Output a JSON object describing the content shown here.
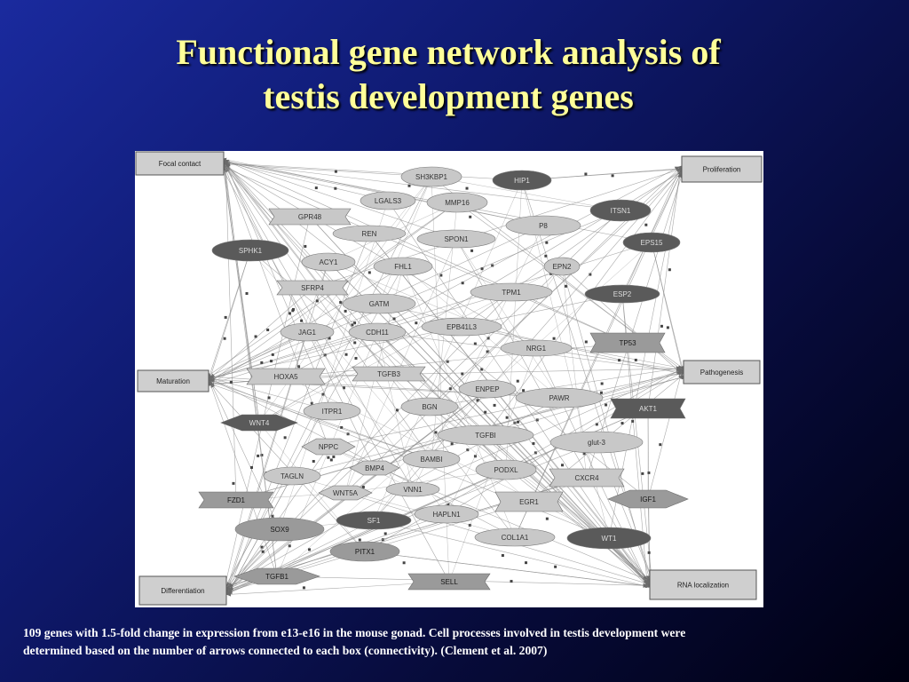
{
  "title": {
    "line1": "Functional gene network analysis of",
    "line2": "testis development genes"
  },
  "caption": {
    "line1": "109 genes with 1.5-fold change in expression from e13-e16 in the mouse gonad.  Cell processes involved in testis development were",
    "line2": "determined based on the number of arrows connected to each box (connectivity).  (Clement et al. 2007)"
  },
  "colors": {
    "title": "#ffff99",
    "caption": "#ffffff",
    "node_light": "#c8c8c8",
    "node_mid": "#9a9a9a",
    "node_dark": "#5a5a5a",
    "edge": "#8c8c8c"
  },
  "process_boxes": [
    {
      "id": "focal",
      "label": "Focal contact"
    },
    {
      "id": "prolif",
      "label": "Proliferation"
    },
    {
      "id": "matur",
      "label": "Maturation"
    },
    {
      "id": "patho",
      "label": "Pathogenesis"
    },
    {
      "id": "diff",
      "label": "Differentiation"
    },
    {
      "id": "rna",
      "label": "RNA localization"
    }
  ],
  "genes": [
    {
      "label": "SH3KBP1",
      "shade": "light",
      "shape": "ellipse"
    },
    {
      "label": "HIP1",
      "shade": "dark",
      "shape": "ellipse"
    },
    {
      "label": "LGALS3",
      "shade": "light",
      "shape": "ellipse"
    },
    {
      "label": "MMP16",
      "shade": "light",
      "shape": "ellipse"
    },
    {
      "label": "GPR48",
      "shade": "light",
      "shape": "ribbon"
    },
    {
      "label": "ITSN1",
      "shade": "dark",
      "shape": "ellipse"
    },
    {
      "label": "REN",
      "shade": "light",
      "shape": "ellipse"
    },
    {
      "label": "SPON1",
      "shade": "light",
      "shape": "ellipse"
    },
    {
      "label": "P8",
      "shade": "light",
      "shape": "ellipse"
    },
    {
      "label": "EPS15",
      "shade": "dark",
      "shape": "ellipse"
    },
    {
      "label": "SPHK1",
      "shade": "dark",
      "shape": "ellipse"
    },
    {
      "label": "ACY1",
      "shade": "light",
      "shape": "ellipse"
    },
    {
      "label": "FHL1",
      "shade": "light",
      "shape": "ellipse"
    },
    {
      "label": "EPN2",
      "shade": "light",
      "shape": "ellipse"
    },
    {
      "label": "SFRP4",
      "shade": "light",
      "shape": "ribbon"
    },
    {
      "label": "TPM1",
      "shade": "light",
      "shape": "ellipse"
    },
    {
      "label": "ESP2",
      "shade": "dark",
      "shape": "ellipse"
    },
    {
      "label": "GATM",
      "shade": "light",
      "shape": "ellipse"
    },
    {
      "label": "JAG1",
      "shade": "light",
      "shape": "ellipse"
    },
    {
      "label": "CDH11",
      "shade": "light",
      "shape": "ellipse"
    },
    {
      "label": "EPB41L3",
      "shade": "light",
      "shape": "ellipse"
    },
    {
      "label": "TP53",
      "shade": "mid",
      "shape": "ribbon"
    },
    {
      "label": "NRG1",
      "shade": "light",
      "shape": "ellipse"
    },
    {
      "label": "HOXA5",
      "shade": "light",
      "shape": "ribbon"
    },
    {
      "label": "TGFB3",
      "shade": "light",
      "shape": "ribbon"
    },
    {
      "label": "ENPEP",
      "shade": "light",
      "shape": "ellipse"
    },
    {
      "label": "PAWR",
      "shade": "light",
      "shape": "ellipse"
    },
    {
      "label": "AKT1",
      "shade": "dark",
      "shape": "ribbon"
    },
    {
      "label": "ITPR1",
      "shade": "light",
      "shape": "ellipse"
    },
    {
      "label": "BGN",
      "shade": "light",
      "shape": "ellipse"
    },
    {
      "label": "WNT4",
      "shade": "dark",
      "shape": "diamond"
    },
    {
      "label": "TGFBI",
      "shade": "light",
      "shape": "ellipse"
    },
    {
      "label": "glut-3",
      "shade": "light",
      "shape": "ellipse"
    },
    {
      "label": "NPPC",
      "shade": "light",
      "shape": "diamond"
    },
    {
      "label": "BAMBI",
      "shade": "light",
      "shape": "ellipse"
    },
    {
      "label": "BMP4",
      "shade": "light",
      "shape": "diamond"
    },
    {
      "label": "PODXL",
      "shade": "light",
      "shape": "ellipse"
    },
    {
      "label": "TAGLN",
      "shade": "light",
      "shape": "ellipse"
    },
    {
      "label": "CXCR4",
      "shade": "light",
      "shape": "ribbon"
    },
    {
      "label": "WNT5A",
      "shade": "light",
      "shape": "diamond"
    },
    {
      "label": "VNN1",
      "shade": "light",
      "shape": "ellipse"
    },
    {
      "label": "FZD1",
      "shade": "mid",
      "shape": "ribbon"
    },
    {
      "label": "EGR1",
      "shade": "light",
      "shape": "ribbon"
    },
    {
      "label": "IGF1",
      "shade": "mid",
      "shape": "diamond"
    },
    {
      "label": "SF1",
      "shade": "dark",
      "shape": "ellipse"
    },
    {
      "label": "HAPLN1",
      "shade": "light",
      "shape": "ellipse"
    },
    {
      "label": "SOX9",
      "shade": "mid",
      "shape": "ellipse"
    },
    {
      "label": "COL1A1",
      "shade": "light",
      "shape": "ellipse"
    },
    {
      "label": "WT1",
      "shade": "dark",
      "shape": "ellipse"
    },
    {
      "label": "PITX1",
      "shade": "mid",
      "shape": "ellipse"
    },
    {
      "label": "TGFB1",
      "shade": "mid",
      "shape": "diamond"
    },
    {
      "label": "SELL",
      "shade": "mid",
      "shape": "ribbon"
    }
  ]
}
